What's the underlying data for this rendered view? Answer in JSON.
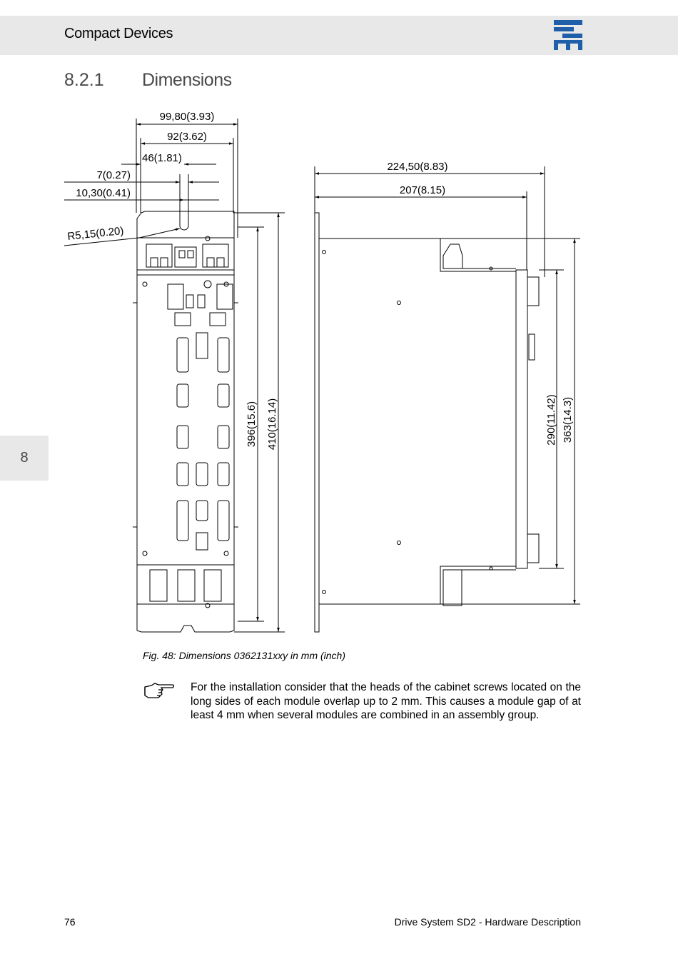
{
  "header": {
    "title": "Compact Devices"
  },
  "section": {
    "number": "8.2.1",
    "title": "Dimensions"
  },
  "chapter_tab": "8",
  "drawing": {
    "dims": {
      "w_99_80": "99,80(3.93)",
      "w_92": "92(3.62)",
      "w_46": "46(1.81)",
      "w_7": "7(0.27)",
      "w_10_30": "10,30(0.41)",
      "r_5_15": "R5,15(0.20)",
      "h_396": "396(15.6)",
      "h_410": "410(16.14)",
      "d_224_50": "224,50(8.83)",
      "d_207": "207(8.15)",
      "h_290": "290(11.42)",
      "h_363": "363(14.3)"
    }
  },
  "figure": {
    "caption": "Fig. 48: Dimensions 0362131xxy in mm (inch)"
  },
  "note": {
    "text": "For the installation consider that the heads of the cabinet screws located on the long sides of each module overlap up to 2 mm. This causes a module gap of at least 4 mm when several modules are combined in an assembly group."
  },
  "footer": {
    "page_number": "76",
    "doc_title": "Drive System SD2 - Hardware Description"
  }
}
